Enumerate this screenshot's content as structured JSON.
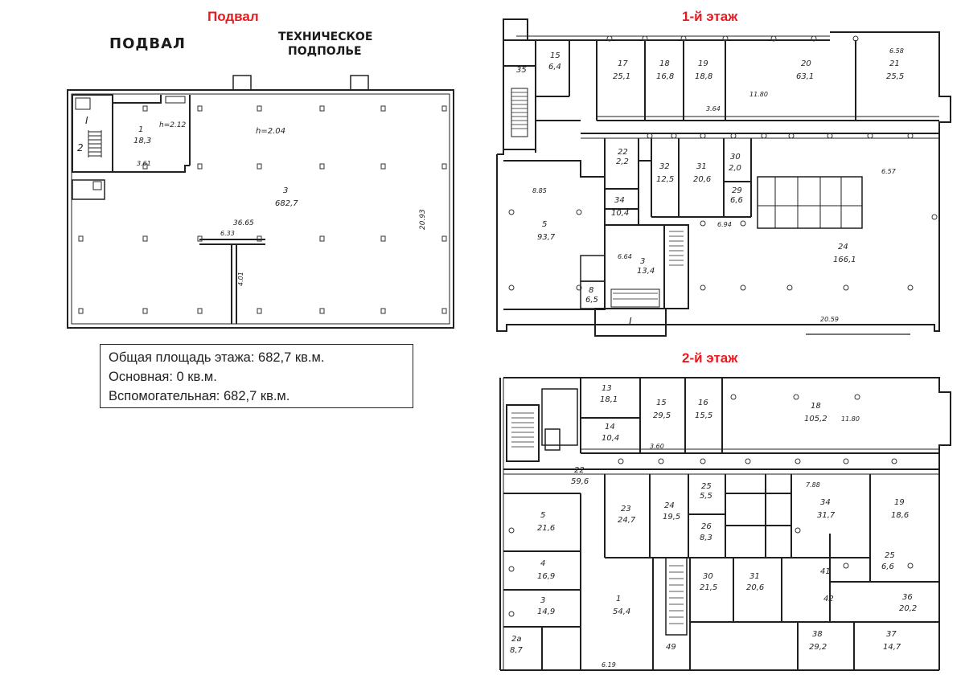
{
  "titles": {
    "basement": "Подвал",
    "floor1": "1-й этаж",
    "floor2": "2-й этаж"
  },
  "basement_plan": {
    "heading_left": "ПОДВАЛ",
    "heading_right_line1": "ТЕХНИЧЕСКОЕ",
    "heading_right_line2": "ПОДПОЛЬЕ",
    "rooms": [
      {
        "num": "1",
        "area": "18,3"
      },
      {
        "num": "2",
        "area": ""
      },
      {
        "num": "3",
        "area": "682,7"
      }
    ],
    "labels": [
      "h=2.12",
      "h=2.04",
      "36.65",
      "20.93",
      "6.33",
      "4.01",
      "3.61",
      "I"
    ]
  },
  "summary": {
    "total": "Общая площадь этажа: 682,7 кв.м.",
    "main": "Основная: 0 кв.м.",
    "auxiliary": "Вспомогательная: 682,7 кв.м."
  },
  "floor1_rooms": [
    {
      "num": "35",
      "area": ""
    },
    {
      "num": "15",
      "area": "6,4"
    },
    {
      "num": "17",
      "area": "25,1"
    },
    {
      "num": "18",
      "area": "16,8"
    },
    {
      "num": "19",
      "area": "18,8"
    },
    {
      "num": "20",
      "area": "63,1"
    },
    {
      "num": "21",
      "area": "25,5"
    },
    {
      "num": "22",
      "area": "2,2"
    },
    {
      "num": "32",
      "area": "12,5"
    },
    {
      "num": "31",
      "area": "20,6"
    },
    {
      "num": "30",
      "area": "2,0"
    },
    {
      "num": "29",
      "area": "6,6"
    },
    {
      "num": "5",
      "area": "93,7"
    },
    {
      "num": "34",
      "area": "10,4"
    },
    {
      "num": "3",
      "area": "13,4"
    },
    {
      "num": "24",
      "area": "166,1"
    },
    {
      "num": "8",
      "area": "6,5"
    },
    {
      "num": "I",
      "area": ""
    }
  ],
  "floor1_labels": [
    "11.80",
    "3.64",
    "8.85",
    "6.64",
    "6.94",
    "20.59",
    "6.57",
    "6.58"
  ],
  "floor2_rooms": [
    {
      "num": "13",
      "area": "18,1"
    },
    {
      "num": "15",
      "area": "29,5"
    },
    {
      "num": "16",
      "area": "15,5"
    },
    {
      "num": "18",
      "area": "105,2"
    },
    {
      "num": "14",
      "area": "10,4"
    },
    {
      "num": "22",
      "area": "59,6"
    },
    {
      "num": "23",
      "area": "24,7"
    },
    {
      "num": "24",
      "area": "19,5"
    },
    {
      "num": "25",
      "area": "5,5"
    },
    {
      "num": "26",
      "area": "8,3"
    },
    {
      "num": "34",
      "area": "31,7"
    },
    {
      "num": "19",
      "area": "18,6"
    },
    {
      "num": "5",
      "area": "21,6"
    },
    {
      "num": "4",
      "area": "16,9"
    },
    {
      "num": "3",
      "area": "14,9"
    },
    {
      "num": "2a",
      "area": "8,7"
    },
    {
      "num": "1",
      "area": "54,4"
    },
    {
      "num": "49",
      "area": ""
    },
    {
      "num": "30",
      "area": "21,5"
    },
    {
      "num": "31",
      "area": "20,6"
    },
    {
      "num": "41",
      "area": ""
    },
    {
      "num": "42",
      "area": ""
    },
    {
      "num": "25",
      "area": "6,6"
    },
    {
      "num": "36",
      "area": "20,2"
    },
    {
      "num": "38",
      "area": "29,2"
    },
    {
      "num": "37",
      "area": "14,7"
    }
  ],
  "floor2_labels": [
    "11.80",
    "3.60",
    "7.88",
    "6.19"
  ]
}
